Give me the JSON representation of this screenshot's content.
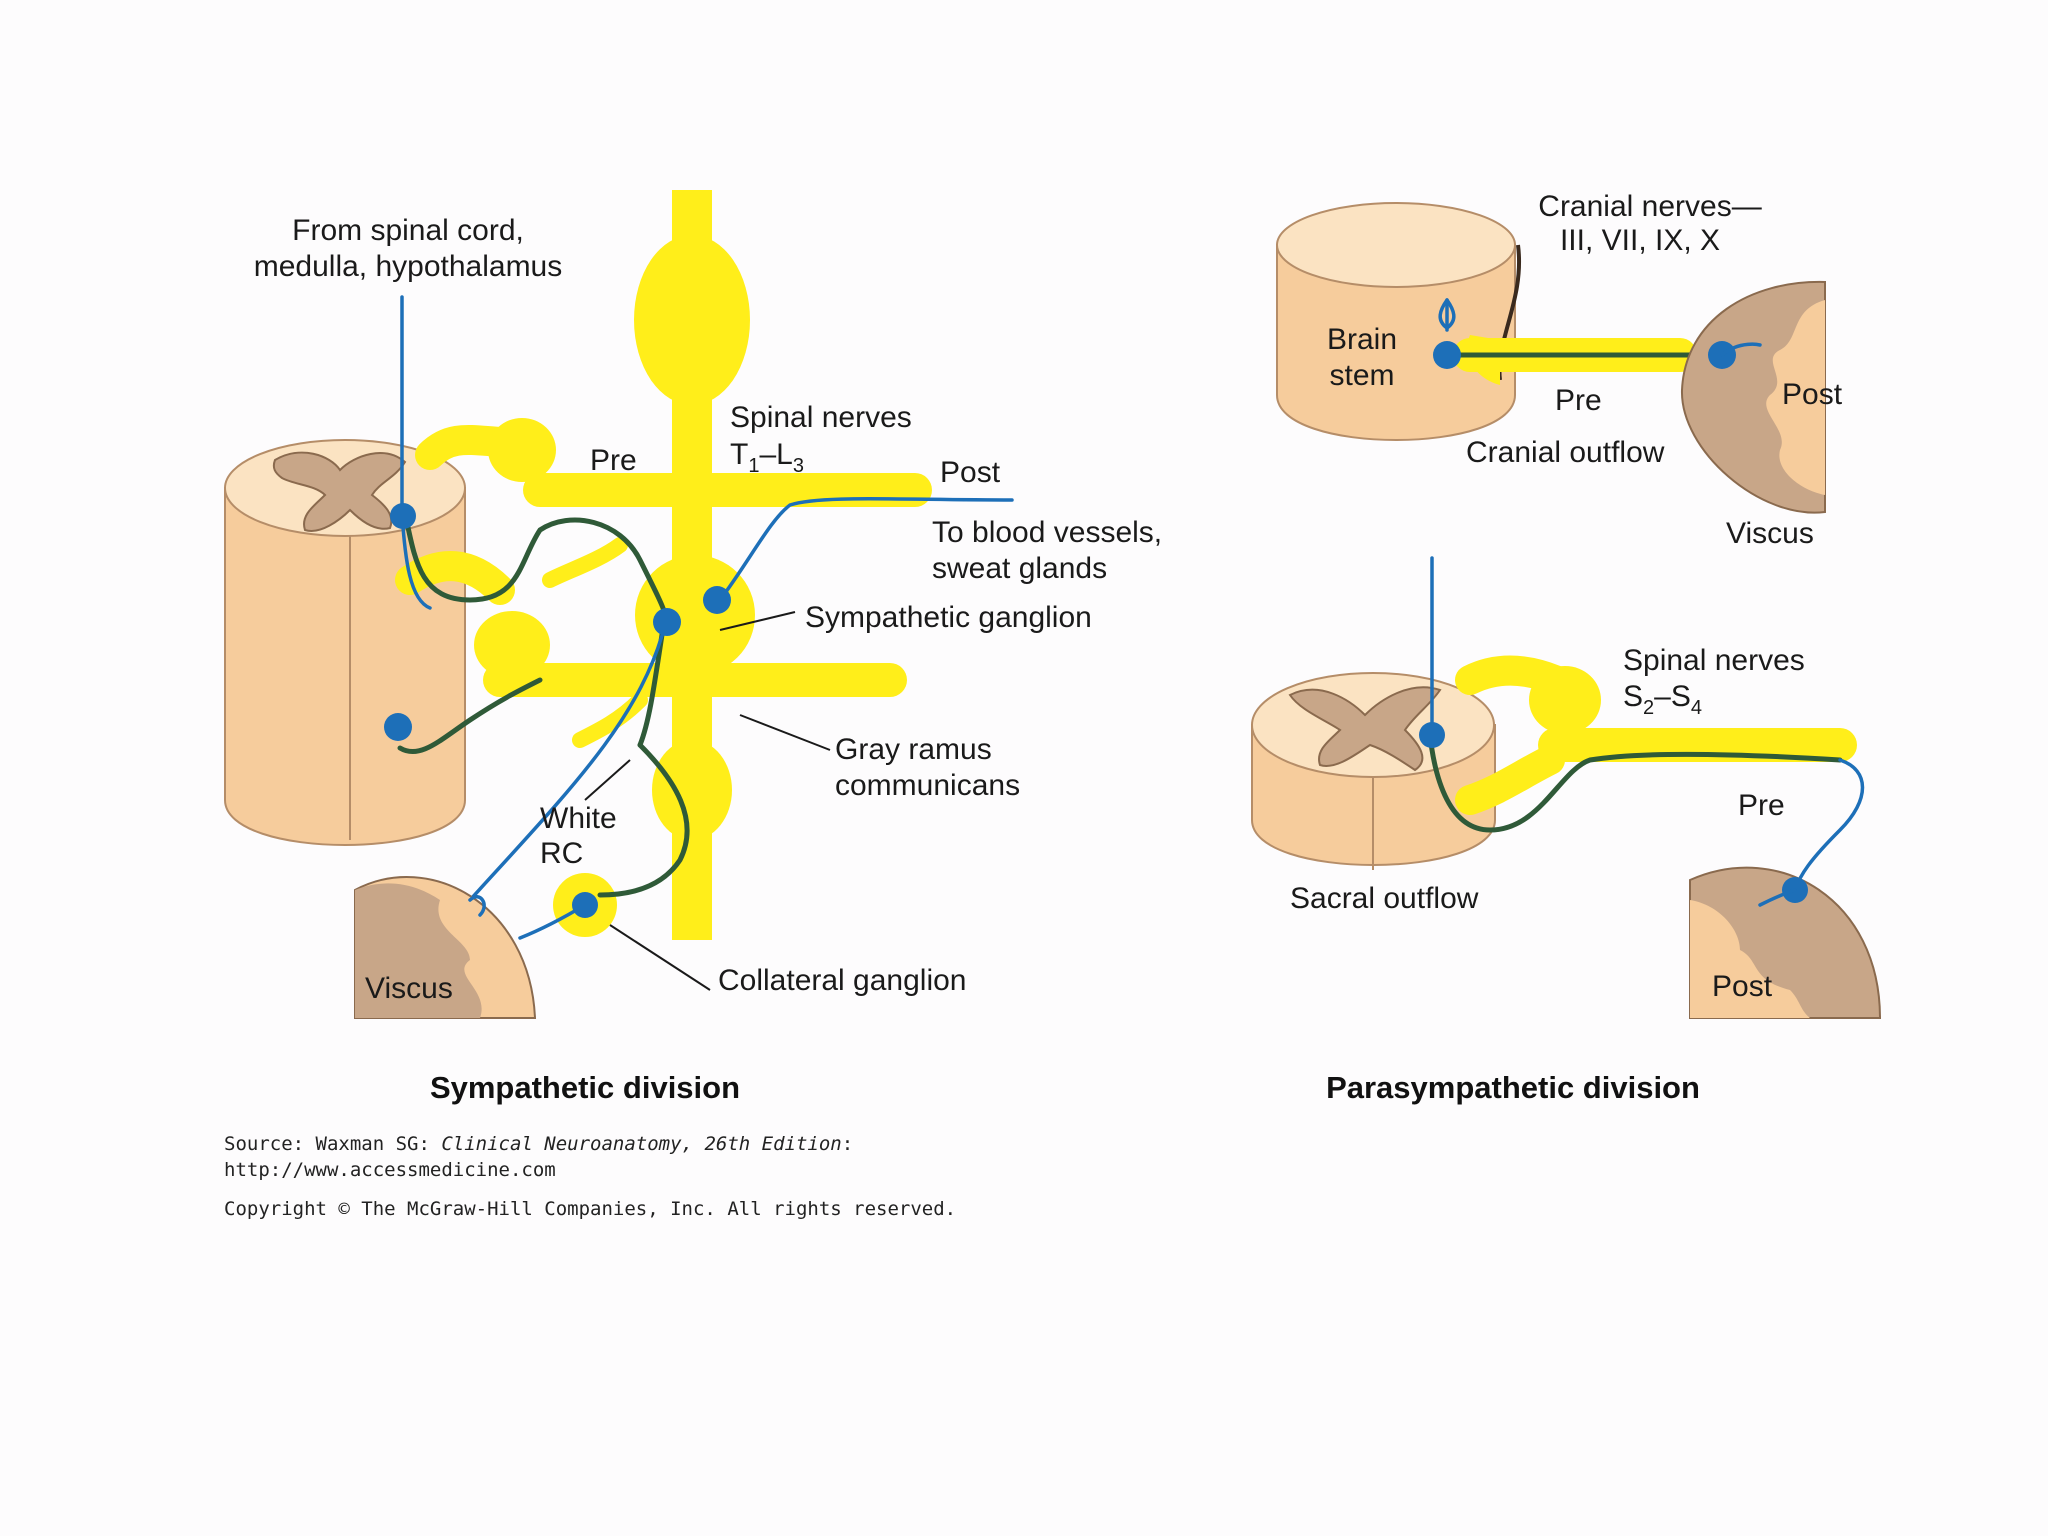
{
  "sympathetic": {
    "label_source": [
      "From spinal cord,",
      "medulla, hypothalamus"
    ],
    "label_pre": "Pre",
    "label_spinal_nerves": "Spinal nerves",
    "label_segments": {
      "a": "T",
      "a_sub": "1",
      "dash": "–",
      "b": "L",
      "b_sub": "3"
    },
    "label_post": "Post",
    "label_targets": [
      "To blood vessels,",
      "sweat glands"
    ],
    "label_ganglion": "Sympathetic ganglion",
    "label_gray_ramus": [
      "Gray ramus",
      "communicans"
    ],
    "label_white_rc": [
      "White",
      "RC"
    ],
    "label_viscus": "Viscus",
    "label_collateral": "Collateral ganglion",
    "caption": "Sympathetic division"
  },
  "parasympathetic": {
    "label_cranial_nerves": [
      "Cranial nerves—",
      "III, VII, IX, X"
    ],
    "label_brain_stem": [
      "Brain",
      "stem"
    ],
    "label_pre_cranial": "Pre",
    "label_post_cranial": "Post",
    "label_cranial_outflow": "Cranial outflow",
    "label_viscus": "Viscus",
    "label_spinal_nerves": "Spinal nerves",
    "label_segments": {
      "a": "S",
      "a_sub": "2",
      "dash": "–",
      "b": "S",
      "b_sub": "4"
    },
    "label_pre_sacral": "Pre",
    "label_sacral_outflow": "Sacral outflow",
    "label_post_sacral": "Post",
    "caption": "Parasympathetic division"
  },
  "source": {
    "prefix": "Source: Waxman SG: ",
    "book": "Clinical Neuroanatomy, 26th Edition",
    "suffix": ":",
    "url": "http://www.accessmedicine.com",
    "copyright": "Copyright © The McGraw-Hill Companies, Inc. All rights reserved."
  },
  "colors": {
    "nerve_yellow": "#ffee1a",
    "preganglionic": "#2f5a38",
    "postganglionic": "#1d6fb8",
    "tissue": "#f6cc9c",
    "gray_matter": "#c8a688"
  }
}
